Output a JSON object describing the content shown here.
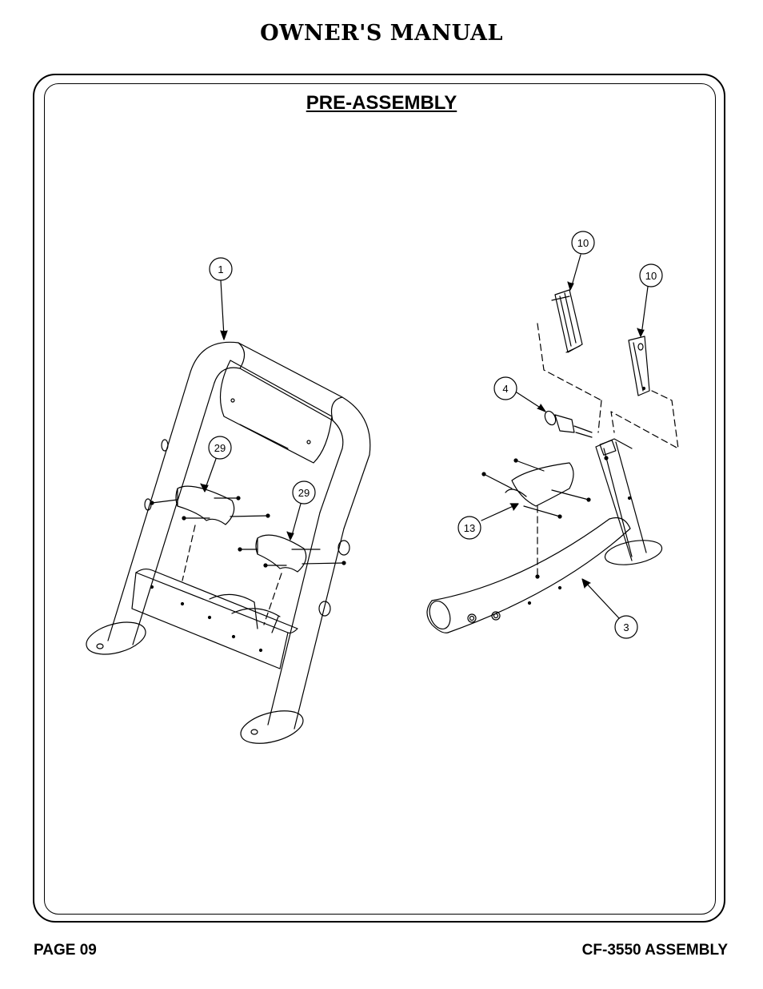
{
  "header": {
    "title": "OWNER'S MANUAL"
  },
  "section": {
    "title": "PRE-ASSEMBLY"
  },
  "callouts": [
    {
      "label": "1"
    },
    {
      "label": "29"
    },
    {
      "label": "29"
    },
    {
      "label": "10"
    },
    {
      "label": "10"
    },
    {
      "label": "4"
    },
    {
      "label": "13"
    },
    {
      "label": "3"
    }
  ],
  "footer": {
    "page": "PAGE 09",
    "model": "CF-3550 ASSEMBLY"
  }
}
